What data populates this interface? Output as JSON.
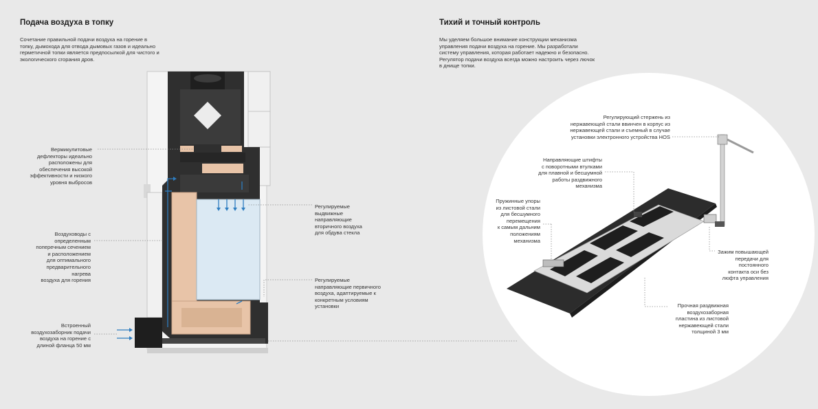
{
  "left": {
    "title": "Подача воздуха в топку",
    "intro": "Сочетание правильной подачи воздуха на горение в топку, дымохода для отвода дымовых газов и идеально герметичной топки является предпосылкой для чистого и экологического сгорания дров.",
    "callouts": {
      "vermiculite": "Вермикулитовые\nдефлекторы идеально\nрасположены для\nобеспечения высокой\nэффективности и низкого\nуровня выбросов",
      "air_ducts": "Воздуховоды с\nопределенным\nпоперечным сечением\nи расположением\nдля  оптимального\nпредварительного\nнагрева\nвоздуха для горения",
      "intake": "Встроенный\nвоздухозаборник подачи\nвоздуха на горение с\nдлиной фланца 50 мм",
      "secondary": "Регулируемые\nвыдвижные\nнаправляющие\nвторичного воздуха\nдля обдува стекла",
      "primary": "Регулируемые\nнаправляющие первичного\nвоздуха, адаптируемые к\nконкретным условиям\nустановки"
    }
  },
  "right": {
    "title": "Тихий и точный контроль",
    "intro": "Мы уделяем большое внимание конструкции механизма управления подачи воздуха на горение. Мы разработали систему управления, которая работает надежно и безопасно. Регулятор подачи воздуха всегда можно настроить через лючок в днище топки.",
    "callouts": {
      "rod": "Регулирующий стержень из\nнержавеющей стали ввинчен в корпус из\nнержавеющей стали и съемный в случае\nустановки электронного устройства HOS",
      "pins": "Направляющие штифты\nс поворотными втулками\nдля плавной и бесшумной\nработы раздвижного\nмеханизма",
      "stops": "Пружинные упоры\nиз листовой стали\nдля бесшумного\nперемещения\nк самым дальним\nположениям\nмеханизма",
      "clamp": "Зажим повышающей\nпередачи для\nпостоянного\nконтакта оси без\nлюфта управления",
      "plate": "Прочная раздвижная\nвоздухозаборная\nпластина из листовой\nнержавеющей стали\nтолщиной 3 мм"
    }
  },
  "colors": {
    "background": "#e9e9e9",
    "steel_dark": "#2f2f2f",
    "vermiculite": "#e8c4a8",
    "glass": "#dbe9f3",
    "airflow": "#2e7dc0"
  }
}
